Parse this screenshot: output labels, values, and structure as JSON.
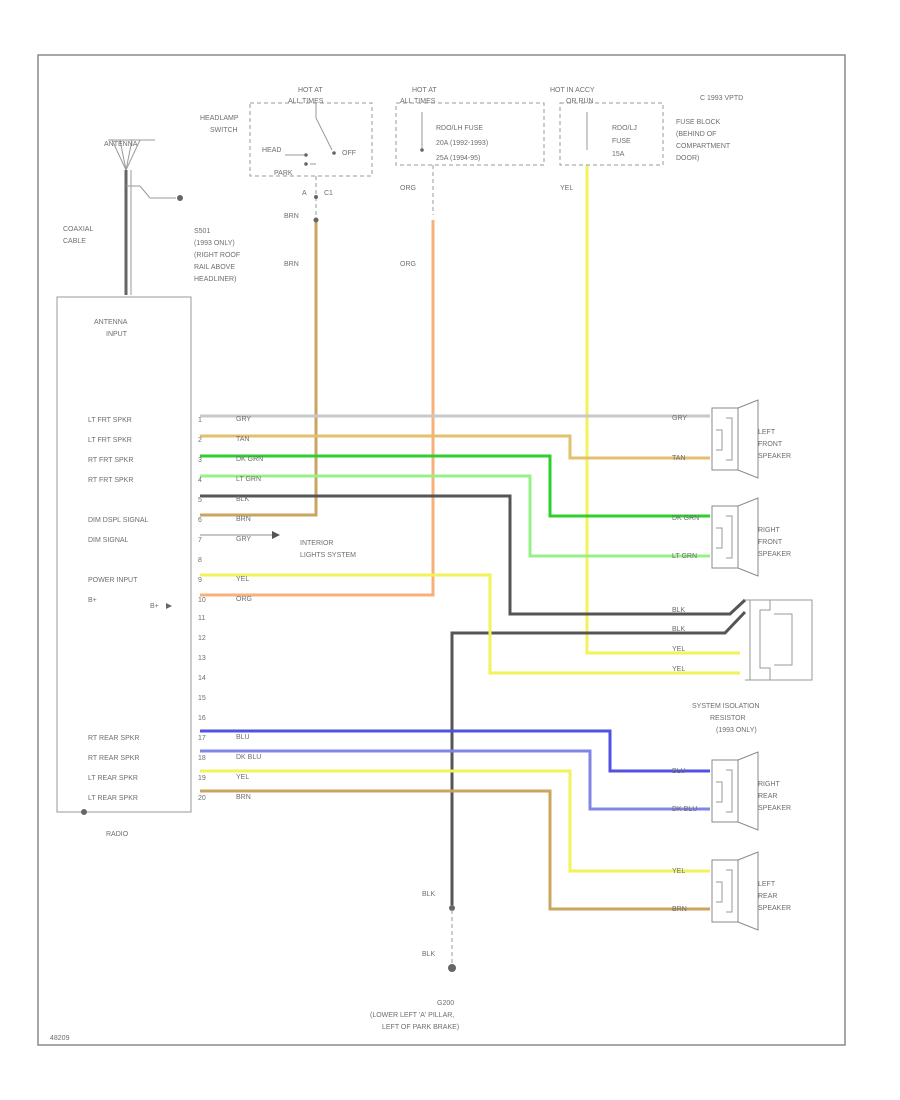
{
  "diagram_id": "48209",
  "antenna": {
    "label": "ANTENNA",
    "cable_label": "COAXIAL CABLE",
    "splice": [
      "S501",
      "(1993 ONLY)",
      "(RIGHT ROOF",
      "RAIL ABOVE",
      "HEADLINER)"
    ]
  },
  "switches": {
    "headlamp": {
      "hot_label": [
        "HOT AT",
        "ALL TIMES"
      ],
      "title": [
        "HEADLAMP",
        "SWITCH"
      ],
      "positions": [
        "HEAD",
        "OFF",
        "PARK"
      ],
      "connector": "C1",
      "pin": "A"
    },
    "fuse_radio": {
      "hot_label": [
        "HOT AT",
        "ALL TIMES"
      ],
      "lines": [
        "RDO/LH FUSE",
        "20A (1992-1993)",
        "25A (1994-95)"
      ]
    },
    "fuse_acc": {
      "hot_label": [
        "HOT IN ACCY",
        "OR RUN"
      ],
      "lines": [
        "RDO/LJ",
        "FUSE",
        "15A"
      ]
    },
    "fuse_block_note": [
      "C 1993 VPTD",
      "FUSE BLOCK",
      "(BEHIND OF",
      "COMPARTMENT",
      "DOOR)"
    ]
  },
  "upper_wires": {
    "headlamp": "BRN",
    "radio": "ORG",
    "acc": "YEL"
  },
  "radio": {
    "title": "RADIO",
    "antenna_input": [
      "ANTENNA",
      "INPUT"
    ],
    "pins": [
      {
        "label": "LT FRT SPKR",
        "pin": "1",
        "wire": "GRY"
      },
      {
        "label": "LT FRT SPKR",
        "pin": "2",
        "wire": "TAN"
      },
      {
        "label": "RT FRT SPKR",
        "pin": "3",
        "wire": "DK GRN"
      },
      {
        "label": "RT FRT SPKR",
        "pin": "4",
        "wire": "LT GRN"
      },
      {
        "label": "",
        "pin": "5",
        "wire": "BLK"
      },
      {
        "label": "DIM DSPL SIGNAL",
        "pin": "6",
        "wire": "BRN"
      },
      {
        "label": "DIM SIGNAL",
        "pin": "7",
        "wire": "GRY"
      },
      {
        "label": "",
        "pin": "8",
        "wire": ""
      },
      {
        "label": "POWER INPUT",
        "pin": "9",
        "wire": "YEL"
      },
      {
        "label": "B+",
        "pin": "10",
        "wire": "ORG"
      },
      {
        "label": "",
        "pin": "11",
        "wire": ""
      },
      {
        "label": "",
        "pin": "12",
        "wire": ""
      },
      {
        "label": "",
        "pin": "13",
        "wire": ""
      },
      {
        "label": "",
        "pin": "14",
        "wire": ""
      },
      {
        "label": "",
        "pin": "15",
        "wire": ""
      },
      {
        "label": "",
        "pin": "16",
        "wire": ""
      },
      {
        "label": "RT REAR SPKR",
        "pin": "17",
        "wire": "BLU"
      },
      {
        "label": "RT REAR SPKR",
        "pin": "18",
        "wire": "DK BLU"
      },
      {
        "label": "LT REAR SPKR",
        "pin": "19",
        "wire": "YEL"
      },
      {
        "label": "LT REAR SPKR",
        "pin": "20",
        "wire": "BRN"
      }
    ]
  },
  "interior_lights": [
    "INTERIOR",
    "LIGHTS SYSTEM"
  ],
  "speakers": {
    "left_front": {
      "name": [
        "LEFT",
        "FRONT",
        "SPEAKER"
      ],
      "wires": [
        "GRY",
        "TAN"
      ]
    },
    "right_front": {
      "name": [
        "RIGHT",
        "FRONT",
        "SPEAKER"
      ],
      "wires": [
        "DK GRN",
        "LT GRN"
      ]
    },
    "right_rear": {
      "name": [
        "RIGHT",
        "REAR",
        "SPEAKER"
      ],
      "wires": [
        "BLU",
        "DK BLU"
      ]
    },
    "left_rear": {
      "name": [
        "LEFT",
        "REAR",
        "SPEAKER"
      ],
      "wires": [
        "YEL",
        "BRN"
      ]
    }
  },
  "isolation": {
    "name": [
      "SYSTEM ISOLATION",
      "RESISTOR",
      "(1993 ONLY)"
    ],
    "wires": [
      "BLK",
      "BLK",
      "YEL",
      "YEL"
    ]
  },
  "ground": {
    "wire_upper": "BLK",
    "wire_lower": "BLK",
    "lines": [
      "G200",
      "(LOWER LEFT 'A' PILLAR,",
      "LEFT OF PARK BRAKE)"
    ]
  },
  "colors": {
    "gray": "#c8c8c8",
    "tan": "#e3c06e",
    "brown": "#c9a560",
    "dk_green": "#2fcf2f",
    "lt_green": "#99f08a",
    "black": "#555555",
    "yellow": "#f2f25a",
    "orange": "#f7b07a",
    "blue": "#5151e3",
    "dk_blue": "#7f86e6"
  }
}
